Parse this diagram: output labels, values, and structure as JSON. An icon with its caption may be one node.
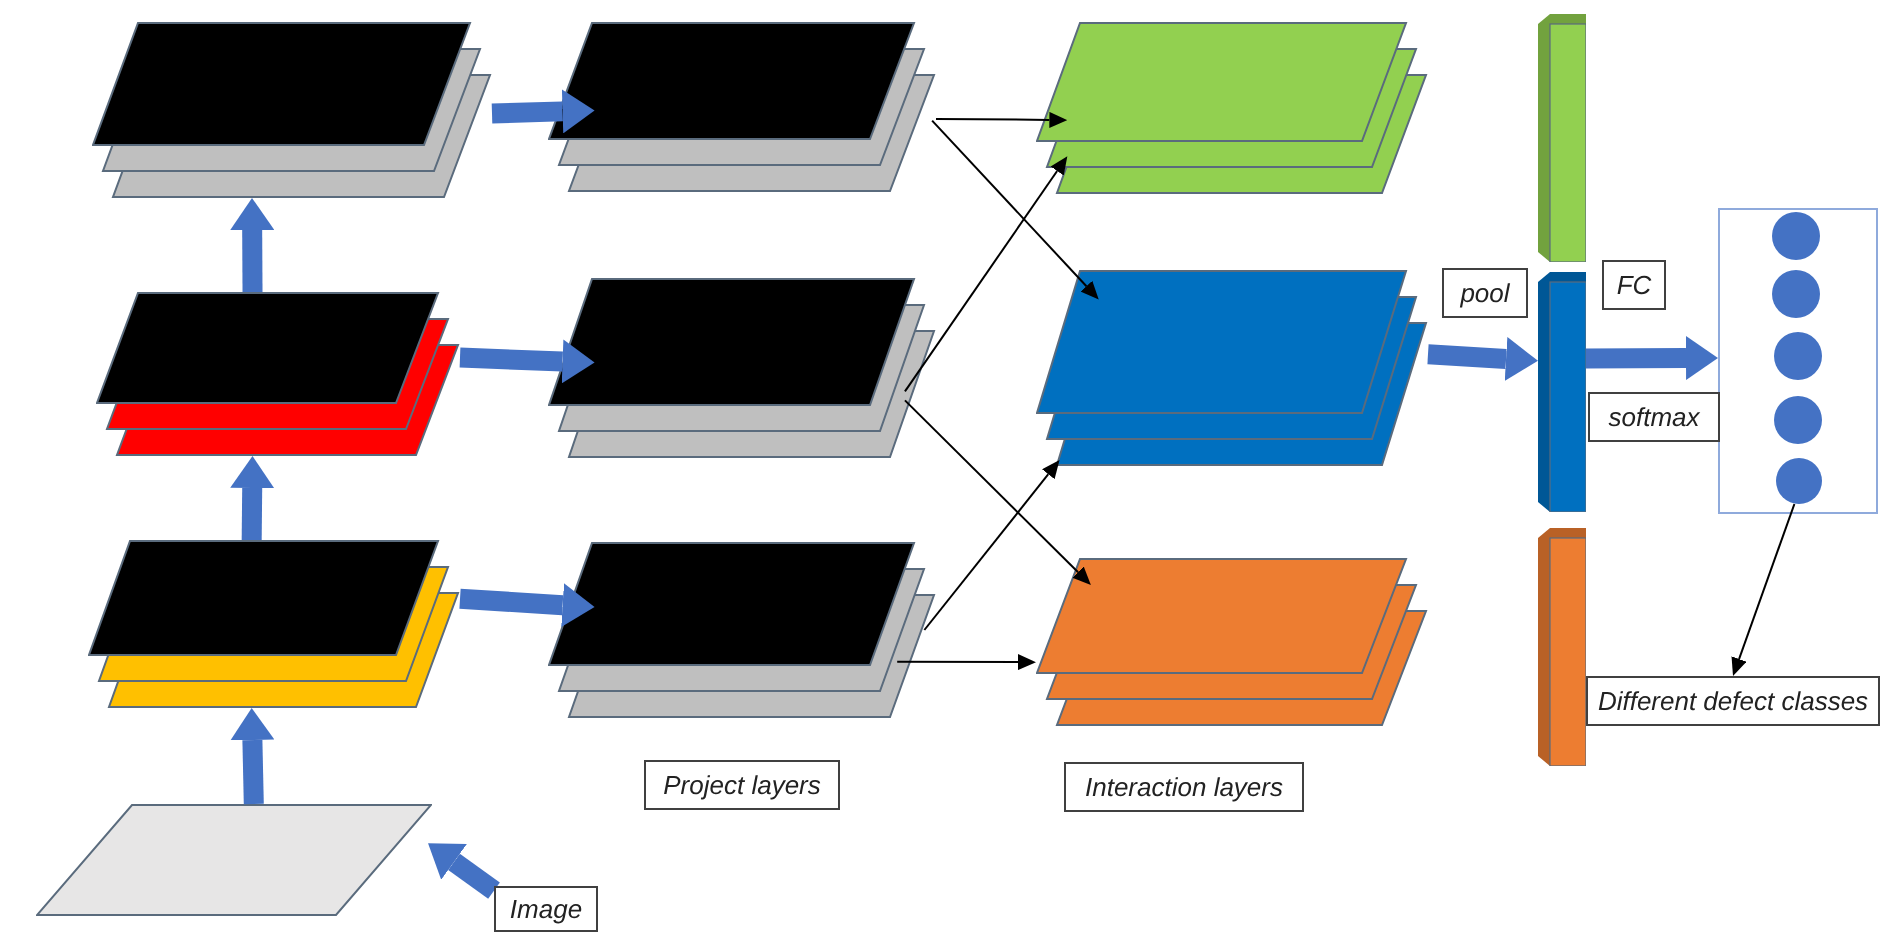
{
  "diagram": {
    "nodes": [
      {
        "text": [],
        "shape": "stack"
      },
      {
        "text": [],
        "shape": "stack"
      },
      {
        "text": [],
        "shape": "stack"
      },
      {
        "text": [],
        "shape": "parallelogram"
      },
      {
        "text": [
          "Image"
        ]
      },
      {
        "text": [],
        "shape": "stack"
      },
      {
        "text": [],
        "shape": "stack"
      },
      {
        "text": [],
        "shape": "stack"
      },
      {
        "text": [],
        "shape": "stack"
      },
      {
        "text": [],
        "shape": "stack"
      },
      {
        "text": [],
        "shape": "stack"
      },
      {
        "text": [],
        "shape": "bar"
      },
      {
        "text": [],
        "shape": "bar"
      },
      {
        "text": [],
        "shape": "bar"
      },
      {
        "text": [],
        "shape": "box"
      },
      {
        "text": [],
        "shape": "circle",
        "in": 14
      },
      {
        "text": [],
        "shape": "circle",
        "in": 14
      },
      {
        "text": [],
        "shape": "circle",
        "in": 14
      },
      {
        "text": [],
        "shape": "circle",
        "in": 14
      },
      {
        "text": [],
        "shape": "circle",
        "in": 14
      },
      {
        "text": [
          "Different defect classes"
        ]
      },
      {
        "text": [
          "Project layers"
        ]
      },
      {
        "text": [
          "Interaction layers"
        ]
      },
      {
        "text": [
          "pool"
        ]
      },
      {
        "text": [
          "FC"
        ]
      },
      {
        "text": [
          "softmax"
        ]
      }
    ],
    "edges": [
      {
        "from": 3,
        "to": 2,
        "arrow": "to"
      },
      {
        "from": 2,
        "to": 1,
        "arrow": "to"
      },
      {
        "from": 1,
        "to": 0,
        "arrow": "to"
      },
      {
        "from": 4,
        "to": 3,
        "arrow": "to"
      },
      {
        "from": 0,
        "to": 5,
        "arrow": "to"
      },
      {
        "from": 1,
        "to": 6,
        "arrow": "to"
      },
      {
        "from": 2,
        "to": 7,
        "arrow": "to"
      },
      {
        "from": 5,
        "to": 8,
        "arrow": "to",
        "color": "#000000"
      },
      {
        "from": 5,
        "to": 9,
        "arrow": "to",
        "color": "#000000"
      },
      {
        "from": 6,
        "to": 8,
        "arrow": "to",
        "color": "#000000"
      },
      {
        "from": 6,
        "to": 10,
        "arrow": "to",
        "color": "#000000"
      },
      {
        "from": 7,
        "to": 9,
        "arrow": "to",
        "color": "#000000"
      },
      {
        "from": 7,
        "to": 10,
        "arrow": "to",
        "color": "#000000"
      },
      {
        "from": 9,
        "to": 12,
        "arrow": "to"
      },
      {
        "from": 12,
        "to": 14,
        "arrow": "to"
      },
      {
        "from": 19,
        "to": 20,
        "arrow": "to",
        "color": "#000000"
      }
    ]
  }
}
